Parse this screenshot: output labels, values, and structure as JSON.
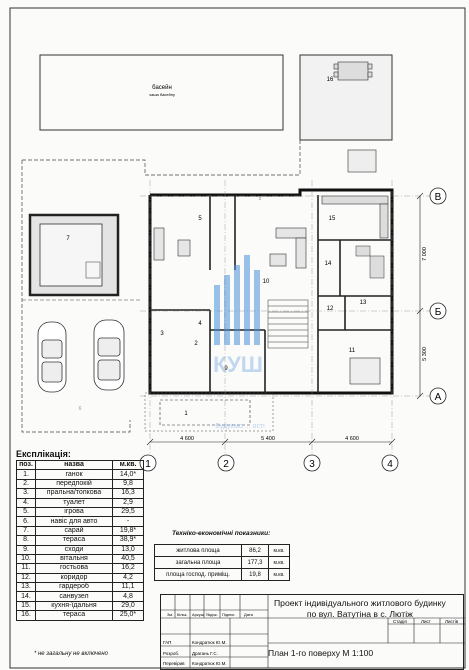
{
  "pool": {
    "label": "басейн",
    "sublabel": "чаша басейну"
  },
  "watermark": {
    "brand": "КУШ",
    "sub": "Будуємо ... ості"
  },
  "axes": {
    "numbers": [
      "1",
      "2",
      "3",
      "4"
    ],
    "letters": [
      "В",
      "Б",
      "А"
    ]
  },
  "dims": {
    "bottom": [
      "4 600",
      "5 400",
      "4 600"
    ],
    "right": [
      "7 000",
      "5 300"
    ]
  },
  "room_numbers": [
    "1",
    "2",
    "3",
    "4",
    "5",
    "6",
    "7",
    "8",
    "9",
    "10",
    "11",
    "12",
    "13",
    "14",
    "15",
    "16"
  ],
  "explication": {
    "title": "Експлікація:",
    "headers": [
      "поз.",
      "назва",
      "м.кв."
    ],
    "rows": [
      [
        "1.",
        "ганок",
        "14,0*"
      ],
      [
        "2.",
        "передпокій",
        "9,8"
      ],
      [
        "3.",
        "пральна/топкова",
        "16,3"
      ],
      [
        "4.",
        "туалет",
        "2,9"
      ],
      [
        "5.",
        "ігрова",
        "29,5"
      ],
      [
        "6.",
        "навіс для авто",
        "-"
      ],
      [
        "7.",
        "сарай",
        "19,8*"
      ],
      [
        "8.",
        "тераса",
        "38,9*"
      ],
      [
        "9.",
        "сходи",
        "13,0"
      ],
      [
        "10.",
        "вітальня",
        "40,5"
      ],
      [
        "11.",
        "гостьова",
        "16,2"
      ],
      [
        "12.",
        "коридор",
        "4,2"
      ],
      [
        "13.",
        "гардероб",
        "11,1"
      ],
      [
        "14.",
        "санвузел",
        "4,8"
      ],
      [
        "15.",
        "кухня-їдальня",
        "29,0"
      ],
      [
        "16.",
        "тераса",
        "25,0*"
      ]
    ],
    "note": "* не загальну не включено"
  },
  "teo": {
    "title": "Техніко-економічні показники:",
    "rows": [
      [
        "житлова площа",
        "86,2",
        "м.кв."
      ],
      [
        "загальна площа",
        "177,3",
        "м.кв."
      ],
      [
        "площа господ. приміщ.",
        "19,8",
        "м.кв."
      ]
    ]
  },
  "stamp": {
    "project_line1": "Проект індивідуального житлового будинку",
    "project_line2": "по вул. Ватутіна в с. Лютіж",
    "plan_title": "План 1-го поверху М 1:100",
    "stage_labels": [
      "Стадія",
      "Лист",
      "Листів"
    ],
    "header_cells": [
      "Зм.",
      "Кільк.",
      "Аркуш",
      "№док.",
      "Підпис",
      "Дата"
    ],
    "people": [
      [
        "ГАП",
        "Кондратюк Ю.М."
      ],
      [
        "Розроб.",
        "Драгань Г.С."
      ],
      [
        "Перевірив",
        "Кондратюк Ю.М."
      ]
    ]
  }
}
